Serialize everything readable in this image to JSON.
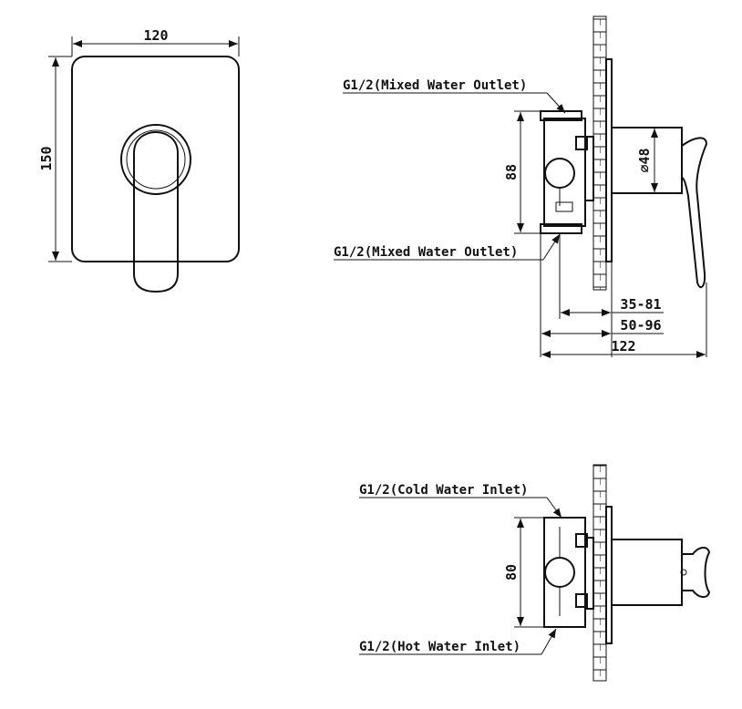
{
  "front_view": {
    "width_label": "120",
    "height_label": "150"
  },
  "side_view_outlet": {
    "top_port_label": "G1/2(Mixed Water Outlet)",
    "bottom_port_label": "G1/2(Mixed Water Outlet)",
    "body_height_label": "88",
    "diameter_label": "⌀48",
    "depth_range_1": "35-81",
    "depth_range_2": "50-96",
    "overall_depth_label": "122"
  },
  "side_view_inlet": {
    "top_port_label": "G1/2(Cold Water Inlet)",
    "bottom_port_label": "G1/2(Hot Water Inlet)",
    "body_height_label": "80"
  }
}
